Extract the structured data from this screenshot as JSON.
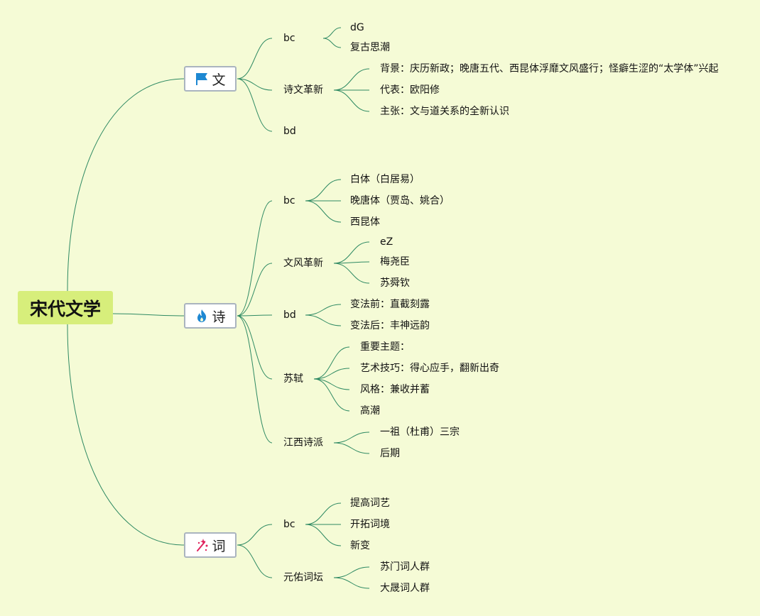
{
  "root": {
    "label": "宋代文学"
  },
  "branches": [
    {
      "label": "文",
      "icon": "blue-flag-icon",
      "children": [
        {
          "label": "bc",
          "children": [
            "dG",
            "复古思潮"
          ]
        },
        {
          "label": "诗文革新",
          "children": [
            "背景：庆历新政；晚唐五代、西昆体浮靡文风盛行；怪癖生涩的“太学体”兴起",
            "代表：欧阳修",
            "主张：文与道关系的全新认识"
          ]
        },
        {
          "label": "bd",
          "children": []
        }
      ]
    },
    {
      "label": "诗",
      "icon": "flame-icon",
      "children": [
        {
          "label": "bc",
          "children": [
            "白体（白居易）",
            "晚唐体（贾岛、姚合）",
            "西昆体"
          ]
        },
        {
          "label": "文风革新",
          "children": [
            "eZ",
            "梅尧臣",
            "苏舜钦"
          ]
        },
        {
          "label": "bd",
          "children": [
            "变法前：直截刻露",
            "变法后：丰神远韵"
          ]
        },
        {
          "label": "苏轼",
          "children": [
            "重要主题：",
            "艺术技巧：得心应手，翻新出奇",
            "风格：兼收并蓄",
            "高潮"
          ]
        },
        {
          "label": "江西诗派",
          "children": [
            "一祖（杜甫）三宗",
            "后期"
          ]
        }
      ]
    },
    {
      "label": "词",
      "icon": "sparkle-icon",
      "children": [
        {
          "label": "bc",
          "children": [
            "提高词艺",
            "开拓词境",
            "新变"
          ]
        },
        {
          "label": "元佑词坛",
          "children": [
            "苏门词人群",
            "大晟词人群"
          ]
        }
      ]
    }
  ],
  "colors": {
    "background": "#f5fbd6",
    "root_fill": "#d7ee7b",
    "line": "#2f8a63",
    "flag": "#1e88d2",
    "flame": "#1e88d2",
    "sparkle": "#e0245e"
  }
}
